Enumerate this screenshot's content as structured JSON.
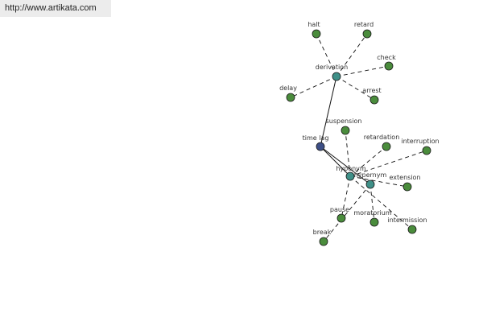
{
  "header": {
    "url": "http://www.artikata.com"
  },
  "colors": {
    "root": "#3d4f86",
    "hub": "#3f9088",
    "leaf": "#4a8c3c",
    "stroke": "#1a1a1a",
    "edge": "#111111"
  },
  "graph": {
    "nodes": [
      {
        "id": "time_lag",
        "label": "time lag",
        "type": "root"
      },
      {
        "id": "derivation",
        "label": "derivation",
        "type": "hub"
      },
      {
        "id": "hyponym",
        "label": "hyponym",
        "type": "hub"
      },
      {
        "id": "hypernym",
        "label": "hypernym",
        "type": "hub"
      },
      {
        "id": "halt",
        "label": "halt",
        "type": "leaf"
      },
      {
        "id": "retard",
        "label": "retard",
        "type": "leaf"
      },
      {
        "id": "check",
        "label": "check",
        "type": "leaf"
      },
      {
        "id": "delay",
        "label": "delay",
        "type": "leaf"
      },
      {
        "id": "arrest",
        "label": "arrest",
        "type": "leaf"
      },
      {
        "id": "suspension",
        "label": "suspension",
        "type": "leaf"
      },
      {
        "id": "retardation",
        "label": "retardation",
        "type": "leaf"
      },
      {
        "id": "interruption",
        "label": "interruption",
        "type": "leaf"
      },
      {
        "id": "extension",
        "label": "extension",
        "type": "leaf"
      },
      {
        "id": "pause",
        "label": "pause",
        "type": "leaf"
      },
      {
        "id": "moratorium",
        "label": "moratorium",
        "type": "leaf"
      },
      {
        "id": "intermission",
        "label": "intermission",
        "type": "leaf"
      },
      {
        "id": "break",
        "label": "break",
        "type": "leaf"
      }
    ],
    "edges": [
      {
        "from": "time_lag",
        "to": "derivation",
        "style": "solid"
      },
      {
        "from": "time_lag",
        "to": "hyponym",
        "style": "solid"
      },
      {
        "from": "time_lag",
        "to": "hypernym",
        "style": "solid"
      },
      {
        "from": "derivation",
        "to": "halt",
        "style": "dashed"
      },
      {
        "from": "derivation",
        "to": "retard",
        "style": "dashed"
      },
      {
        "from": "derivation",
        "to": "check",
        "style": "dashed"
      },
      {
        "from": "derivation",
        "to": "delay",
        "style": "dashed"
      },
      {
        "from": "derivation",
        "to": "arrest",
        "style": "dashed"
      },
      {
        "from": "hyponym",
        "to": "suspension",
        "style": "dashed"
      },
      {
        "from": "hyponym",
        "to": "retardation",
        "style": "dashed"
      },
      {
        "from": "hyponym",
        "to": "interruption",
        "style": "dashed"
      },
      {
        "from": "hyponym",
        "to": "extension",
        "style": "dashed"
      },
      {
        "from": "hyponym",
        "to": "intermission",
        "style": "dashed"
      },
      {
        "from": "hyponym",
        "to": "pause",
        "style": "dashed"
      },
      {
        "from": "hypernym",
        "to": "moratorium",
        "style": "dashed"
      },
      {
        "from": "hypernym",
        "to": "break",
        "style": "dashed"
      }
    ]
  }
}
